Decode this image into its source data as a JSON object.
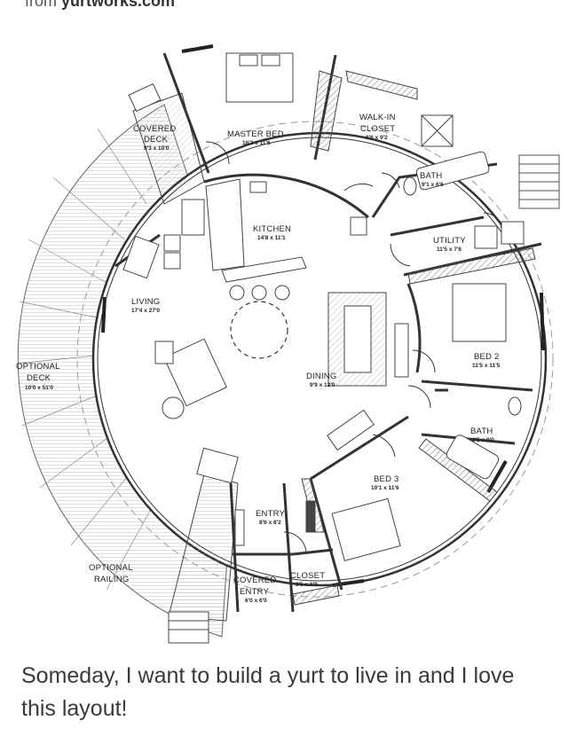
{
  "source": {
    "prefix": "from",
    "site": "yurtworks.com"
  },
  "rooms": {
    "covered_deck": {
      "name": "COVERED",
      "name2": "DECK",
      "dim": "9'3 x 10'0"
    },
    "master_bed": {
      "name": "MASTER BED",
      "dim": "16'2 x 11'6"
    },
    "walk_in_closet": {
      "name": "WALK-IN",
      "name2": "CLOSET",
      "dim": "8'6 x 9'2"
    },
    "bath_1": {
      "name": "BATH",
      "dim": "9'1 x 6'6"
    },
    "kitchen": {
      "name": "KITCHEN",
      "dim": "14'8 x 11'1"
    },
    "utility": {
      "name": "UTILITY",
      "dim": "11'5 x 7'6"
    },
    "living": {
      "name": "LIVING",
      "dim": "17'4 x 27'0"
    },
    "bed_2": {
      "name": "BED 2",
      "dim": "11'5 x 11'5"
    },
    "optional_deck": {
      "name": "OPTIONAL",
      "name2": "DECK",
      "dim": "10'0 x 51'0"
    },
    "dining": {
      "name": "DINING",
      "dim": "9'9 x 12'0"
    },
    "bath_2": {
      "name": "BATH",
      "dim": "8'5 x 9'0"
    },
    "bed_3": {
      "name": "BED 3",
      "dim": "10'1 x 11'6"
    },
    "entry": {
      "name": "ENTRY",
      "dim": "8'6 x 8'2"
    },
    "optional_railing": {
      "name": "OPTIONAL",
      "name2": "RAILING"
    },
    "covered_entry": {
      "name": "COVERED",
      "name2": "ENTRY",
      "dim": "6'0 x 6'0"
    },
    "closet": {
      "name": "CLOSET",
      "dim": "3'5 x 6'0"
    }
  },
  "caption": "Someday, I want to build a yurt to live in and I love this layout!"
}
